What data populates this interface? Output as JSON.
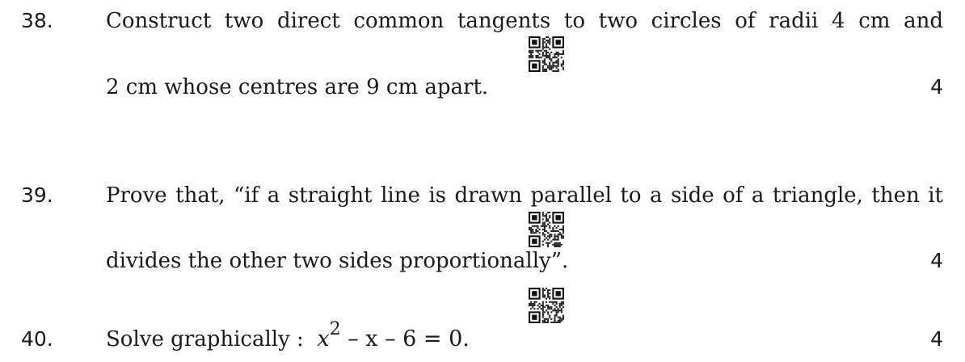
{
  "questions": [
    {
      "number": "38.",
      "line1": "Construct two direct common tangents to two circles of radii 4 cm and",
      "line2": "2 cm whose centres are 9 cm apart.",
      "marks": "4",
      "qr_icon": "qr-code-icon"
    },
    {
      "number": "39.",
      "line1": "Prove that, “if a straight line is drawn parallel to a side of a triangle, then it",
      "line2": "divides the other two sides proportionally”.",
      "marks": "4",
      "qr_icon": "qr-code-icon"
    },
    {
      "number": "40.",
      "prefix": "Solve graphically :",
      "eq_var": "x",
      "eq_exp": "2",
      "eq_rest": "– x – 6 = 0.",
      "marks": "4",
      "qr_icon": "qr-code-icon"
    }
  ]
}
